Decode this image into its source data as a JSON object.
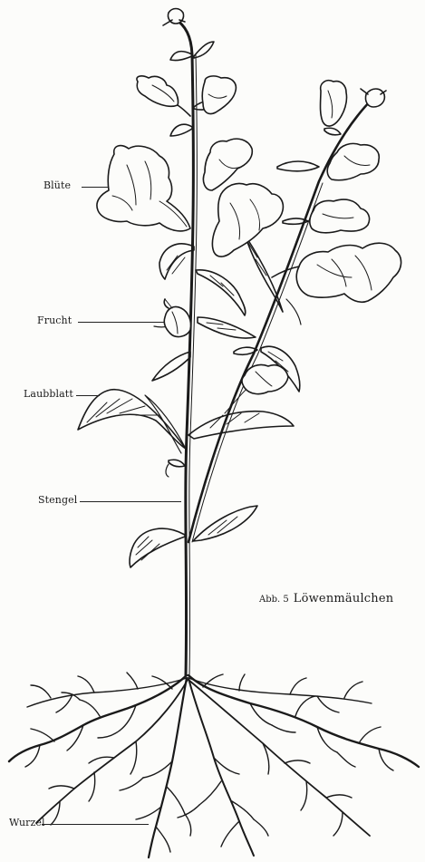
{
  "figure": {
    "number_label": "Abb. 5",
    "title": "Löwenmäulchen"
  },
  "labels": {
    "bluete": "Blüte",
    "frucht": "Frucht",
    "laubblatt": "Laubblatt",
    "stengel": "Stengel",
    "wurzel": "Wurzel"
  },
  "colors": {
    "ink": "#1a1a1a",
    "paper": "#fcfcfa"
  }
}
